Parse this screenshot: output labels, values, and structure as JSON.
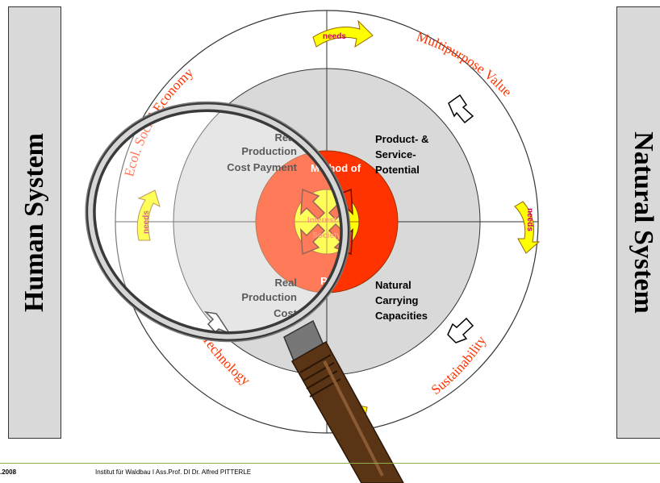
{
  "left_panel": {
    "label": "Human System"
  },
  "right_panel": {
    "label": "Natural System"
  },
  "outer_ring": {
    "top_left": "Ecol. Social Economy",
    "top_right": "Multipurpose Value",
    "bottom_left": "Technology",
    "bottom_right": "Sustainability",
    "needs_label": "needs"
  },
  "quadrants": {
    "top_left": [
      "Real",
      "Production",
      "Cost Payment"
    ],
    "top_right": [
      "Product- &",
      "Service-",
      "Potential"
    ],
    "bottom_left": [
      "Real",
      "Production",
      "Cost"
    ],
    "bottom_right": [
      "Natural",
      "Carrying",
      "Capacities"
    ]
  },
  "red_ring": {
    "top": "Method of",
    "bottom": "Pro"
  },
  "center": {
    "line1": "Interest of",
    "line2": "Society"
  },
  "footer": {
    "date": ".2008",
    "institute": "Institut für Waldbau   I   Ass.Prof. DI Dr. Alfred PITTERLE"
  },
  "colors": {
    "red_ring": "#ff3300",
    "center": "#ffff00",
    "inner_disc": "#d9d9d9",
    "arrows": "#ffff00",
    "arc_text": "#ff3300",
    "lens_handle": "#5a3515"
  }
}
